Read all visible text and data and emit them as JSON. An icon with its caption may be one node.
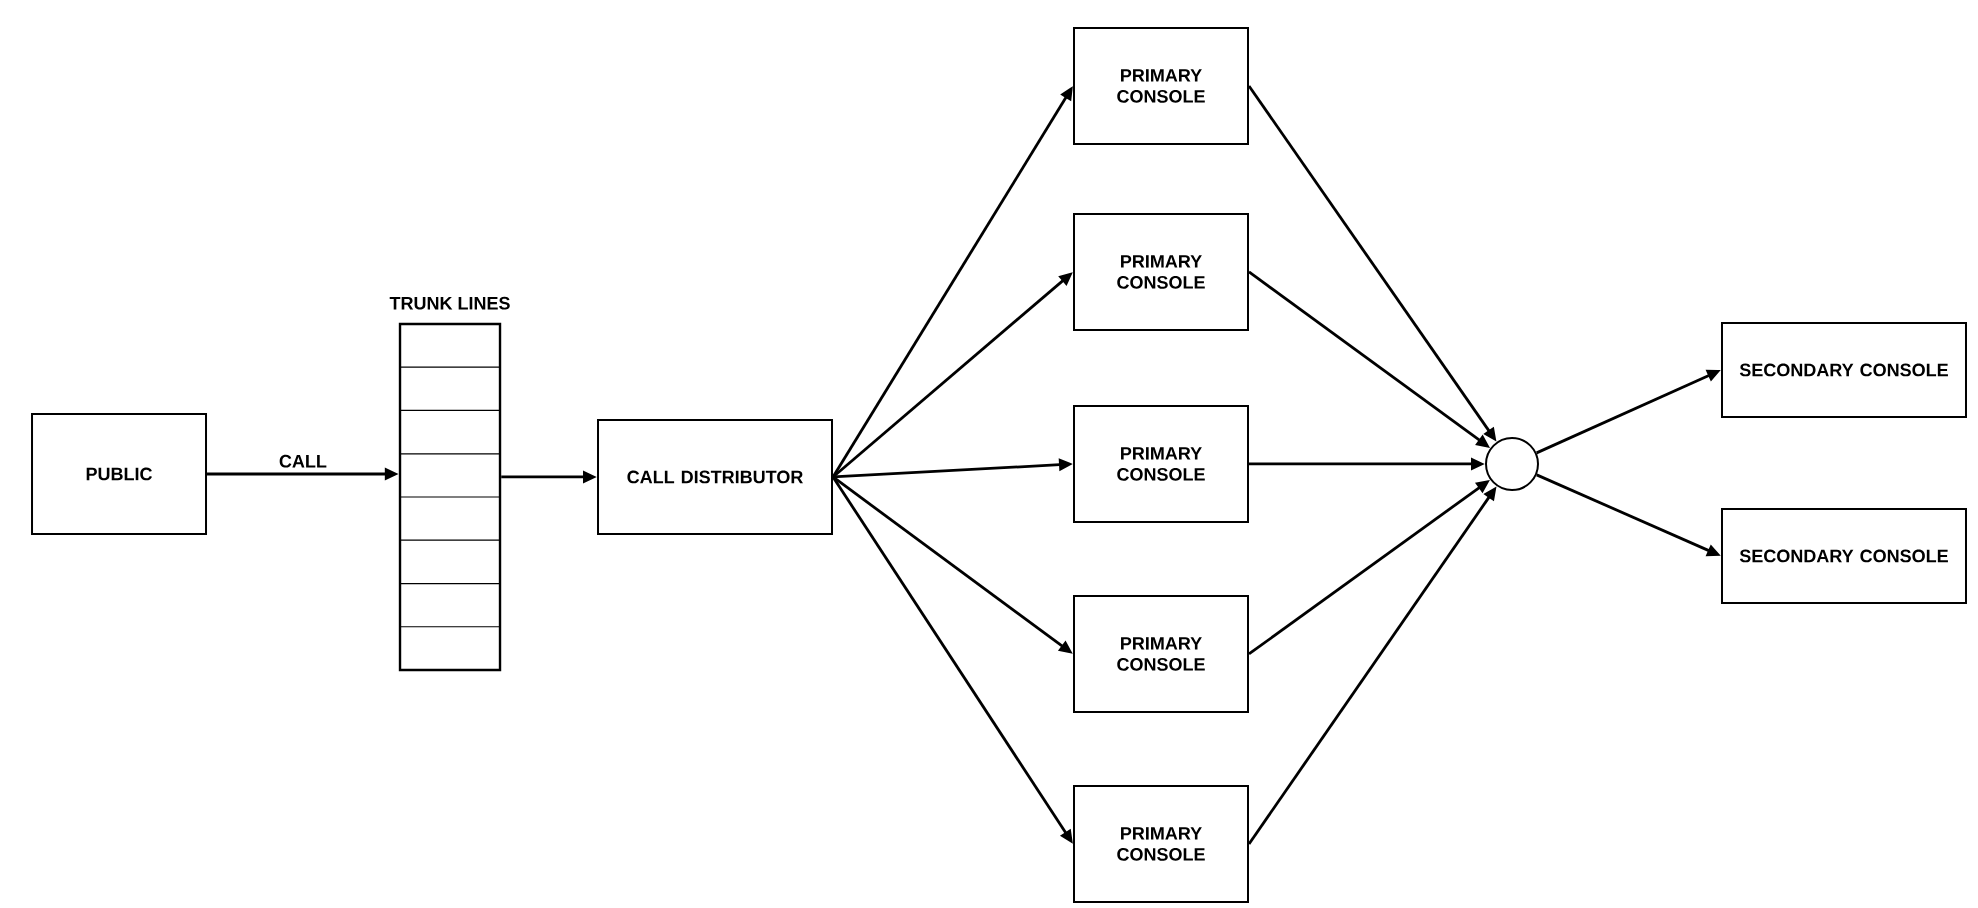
{
  "diagram": {
    "nodes": [
      {
        "text": [
          "PUBLIC"
        ]
      },
      {
        "text": [
          "TRUNK LINES"
        ]
      },
      {
        "text": [
          "CALL DISTRIBUTOR"
        ]
      },
      {
        "text": [
          "PRIMARY CONSOLE"
        ]
      },
      {
        "text": [
          "PRIMARY CONSOLE"
        ]
      },
      {
        "text": [
          "PRIMARY CONSOLE"
        ]
      },
      {
        "text": [
          "PRIMARY CONSOLE"
        ]
      },
      {
        "text": [
          "PRIMARY CONSOLE"
        ]
      },
      {
        "text": [],
        "shape": "circle"
      },
      {
        "text": [
          "SECONDARY CONSOLE"
        ]
      },
      {
        "text": [
          "SECONDARY CONSOLE"
        ]
      }
    ],
    "edges": [
      {
        "from": 0,
        "to": 1,
        "arrow": "to",
        "label": "CALL"
      },
      {
        "from": 1,
        "to": 2,
        "arrow": "to"
      },
      {
        "from": 2,
        "to": 3,
        "arrow": "to"
      },
      {
        "from": 2,
        "to": 4,
        "arrow": "to"
      },
      {
        "from": 2,
        "to": 5,
        "arrow": "to"
      },
      {
        "from": 2,
        "to": 6,
        "arrow": "to"
      },
      {
        "from": 2,
        "to": 7,
        "arrow": "to"
      },
      {
        "from": 3,
        "to": 8,
        "arrow": "to"
      },
      {
        "from": 4,
        "to": 8,
        "arrow": "to"
      },
      {
        "from": 5,
        "to": 8,
        "arrow": "to"
      },
      {
        "from": 6,
        "to": 8,
        "arrow": "to"
      },
      {
        "from": 7,
        "to": 8,
        "arrow": "to"
      },
      {
        "from": 8,
        "to": 9,
        "arrow": "to"
      },
      {
        "from": 8,
        "to": 10,
        "arrow": "to"
      }
    ]
  }
}
